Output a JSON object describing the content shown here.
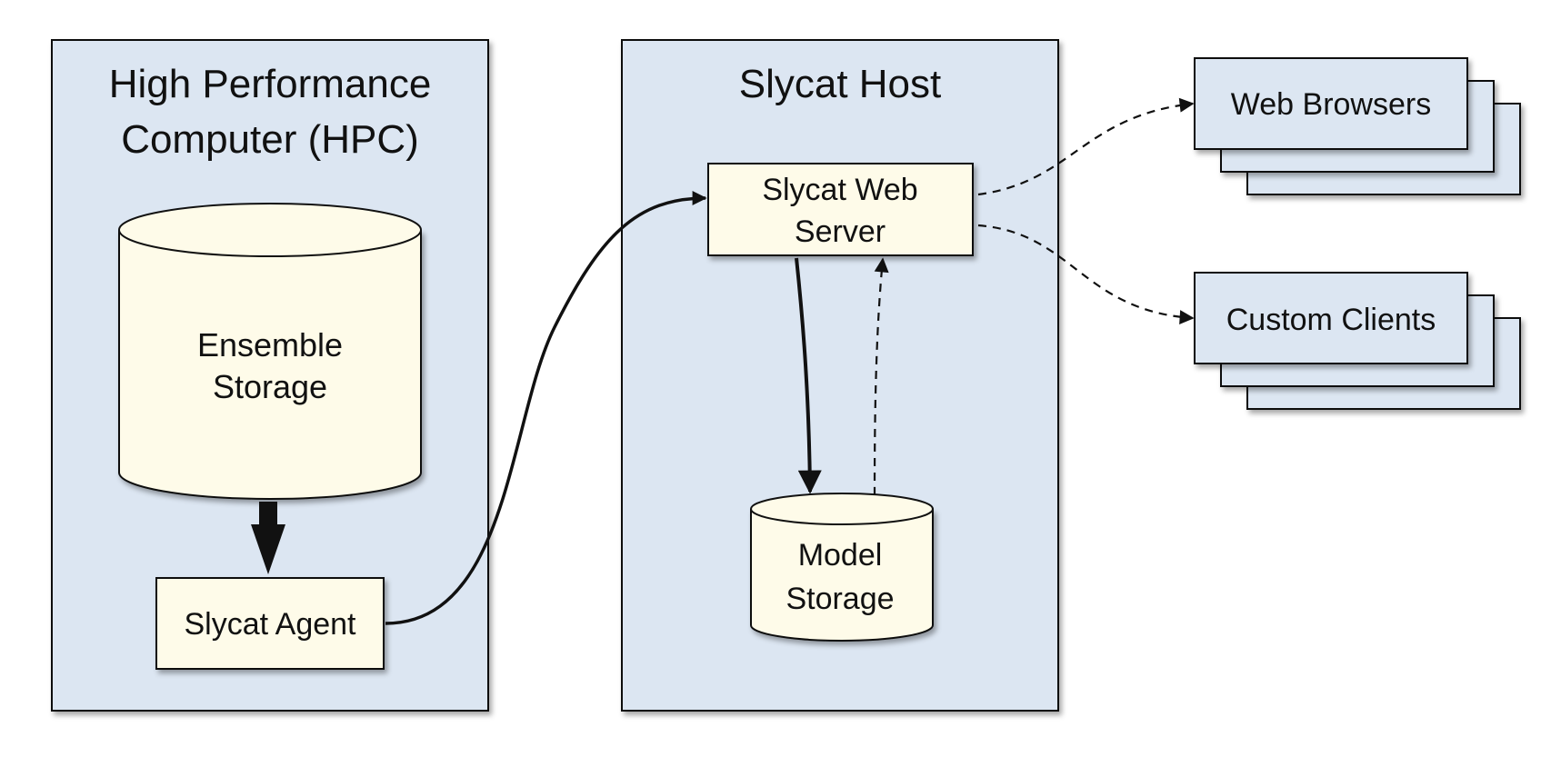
{
  "hpc": {
    "title_line1": "High Performance",
    "title_line2": "Computer (HPC)",
    "ensemble_storage_line1": "Ensemble",
    "ensemble_storage_line2": "Storage",
    "agent": "Slycat Agent"
  },
  "host": {
    "title": "Slycat Host",
    "web_server_line1": "Slycat Web",
    "web_server_line2": "Server",
    "model_storage_line1": "Model",
    "model_storage_line2": "Storage"
  },
  "clients": {
    "web_browsers": "Web Browsers",
    "custom_clients": "Custom Clients"
  },
  "colors": {
    "container_fill": "#dce6f2",
    "node_fill": "#fefbe9",
    "stroke": "#111111"
  }
}
